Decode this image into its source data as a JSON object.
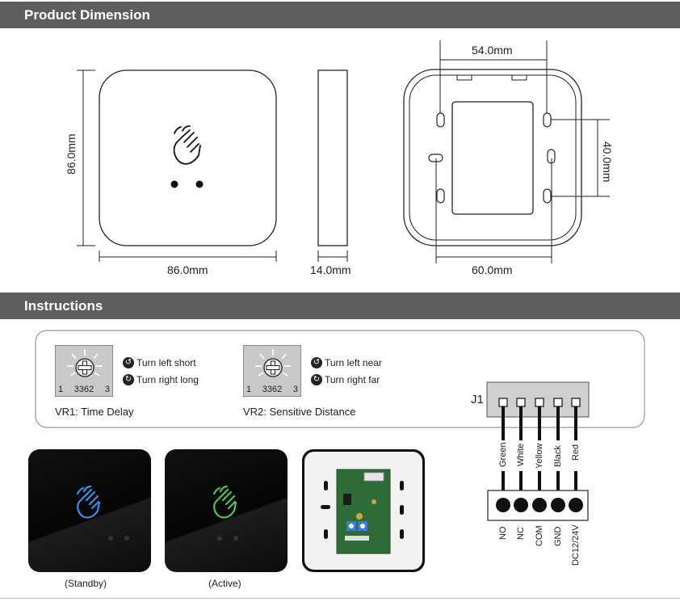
{
  "sections": {
    "dimension_title": "Product Dimension",
    "instructions_title": "Instructions"
  },
  "dimensions": {
    "front_height": "86.0mm",
    "front_width": "86.0mm",
    "side_depth": "14.0mm",
    "back_top": "54.0mm",
    "back_right": "40.0mm",
    "back_bottom": "60.0mm"
  },
  "potentiometers": [
    {
      "pins": [
        "1",
        "3362",
        "3"
      ],
      "left_label": "Turn left short",
      "right_label": "Turn right long",
      "caption": "VR1: Time Delay"
    },
    {
      "pins": [
        "1",
        "3362",
        "3"
      ],
      "left_label": "Turn left near",
      "right_label": "Turn right far",
      "caption": "VR2: Sensitive Distance"
    }
  ],
  "connector": {
    "name": "J1",
    "wires": [
      "Green",
      "White",
      "Yellow",
      "Black",
      "Red"
    ],
    "terminals": [
      "NO",
      "NC",
      "COM",
      "GND",
      "DC12/24V"
    ]
  },
  "photos": {
    "standby_caption": "(Standby)",
    "active_caption": "(Active)"
  },
  "colors": {
    "section_bar": "#5e5e5e",
    "standby_icon": "#3a8fe0",
    "active_icon": "#4fc25a",
    "pcb": "#2f6b36"
  }
}
